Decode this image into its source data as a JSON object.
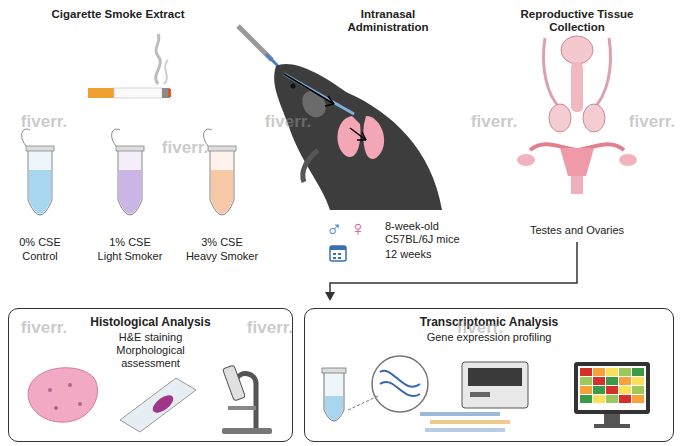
{
  "diagram": {
    "nodes": [
      {
        "text": [
          "Histological Analysis",
          "H&E staining Morphological assessment"
        ]
      },
      {
        "text": [
          "Transcriptomic Analysis",
          "Gene expression profiling"
        ]
      }
    ],
    "labels": [
      "Cigarette Smoke Extract",
      "Intranasal Administration",
      "Reproductive Tissue Collection",
      "0% CSE",
      "Control",
      "1% CSE",
      "Light Smoker",
      "3% CSE",
      "Heavy Smoker",
      "♂",
      "♀",
      "8-week-old C57BL/6J mice",
      "12 weeks",
      "Testes and Ovaries",
      "fiverr.",
      "fiverr.",
      "fiverr.",
      "fiverr.",
      "fiverr.",
      "fiverr.",
      "fiverr.",
      "fiverr."
    ]
  }
}
